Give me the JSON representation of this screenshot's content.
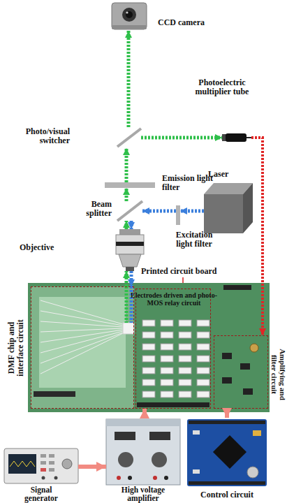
{
  "diagram": {
    "nodes": [
      {
        "text": [
          "CCD camera"
        ]
      },
      {
        "text": [
          "Photoelectric multiplier tube"
        ]
      },
      {
        "text": [
          "Photo/visual switcher"
        ]
      },
      {
        "text": [
          "Emission light filter"
        ]
      },
      {
        "text": [
          "Laser"
        ]
      },
      {
        "text": [
          "Beam splitter"
        ]
      },
      {
        "text": [
          "Excitation light filter"
        ]
      },
      {
        "text": [
          "Objective"
        ]
      },
      {
        "text": [
          "Printed circuit board"
        ]
      },
      {
        "text": [
          "DMF chip and interface circuit"
        ],
        "in": 8
      },
      {
        "text": [
          "Electrodes driven and photo-MOS relay circuit"
        ],
        "in": 8
      },
      {
        "text": [
          "Amplifying and filter circuit"
        ],
        "in": 8
      },
      {
        "text": [
          "Signal generator"
        ]
      },
      {
        "text": [
          "High voltage amplifier"
        ]
      },
      {
        "text": [
          "Control circuit"
        ]
      }
    ],
    "edges": [
      {
        "from": 9,
        "to": 7,
        "arrow": "to"
      },
      {
        "from": 7,
        "to": 5,
        "arrow": "to"
      },
      {
        "from": 5,
        "to": 3,
        "arrow": "to"
      },
      {
        "from": 3,
        "to": 2,
        "arrow": "to"
      },
      {
        "from": 2,
        "to": 0,
        "arrow": "to"
      },
      {
        "from": 2,
        "to": 1,
        "arrow": "to"
      },
      {
        "from": 4,
        "to": 6,
        "arrow": "to"
      },
      {
        "from": 6,
        "to": 5,
        "arrow": "to"
      },
      {
        "from": 5,
        "to": 7,
        "arrow": "to"
      },
      {
        "from": 7,
        "to": 9,
        "arrow": "to"
      },
      {
        "from": 1,
        "to": 11,
        "arrow": "to"
      },
      {
        "from": 12,
        "to": 13,
        "arrow": "to"
      },
      {
        "from": 13,
        "to": 10,
        "arrow": "to"
      },
      {
        "from": 11,
        "to": 14,
        "arrow": "to"
      }
    ]
  }
}
